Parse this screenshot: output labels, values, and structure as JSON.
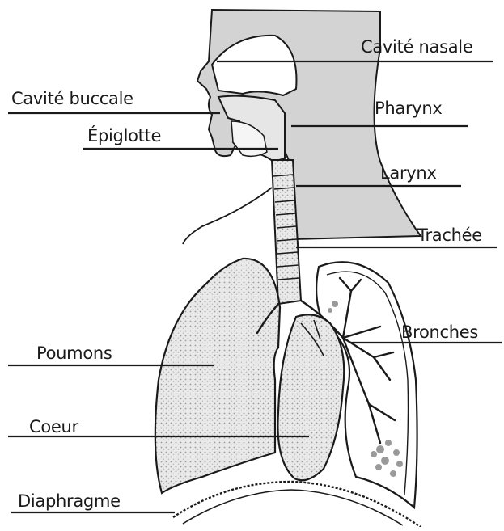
{
  "labels": {
    "cavite_nasale": "Cavité nasale",
    "cavite_buccale": "Cavité buccale",
    "epiglotte": "Épiglotte",
    "pharynx": "Pharynx",
    "larynx": "Larynx",
    "trachee": "Trachée",
    "bronches": "Bronches",
    "poumons": "Poumons",
    "coeur": "Coeur",
    "diaphragme": "Diaphragme"
  },
  "colors": {
    "ink": "#1a1a1a",
    "shading": "#cfcfcf",
    "background": "#ffffff",
    "leader_accent": "#7a2a2a"
  }
}
